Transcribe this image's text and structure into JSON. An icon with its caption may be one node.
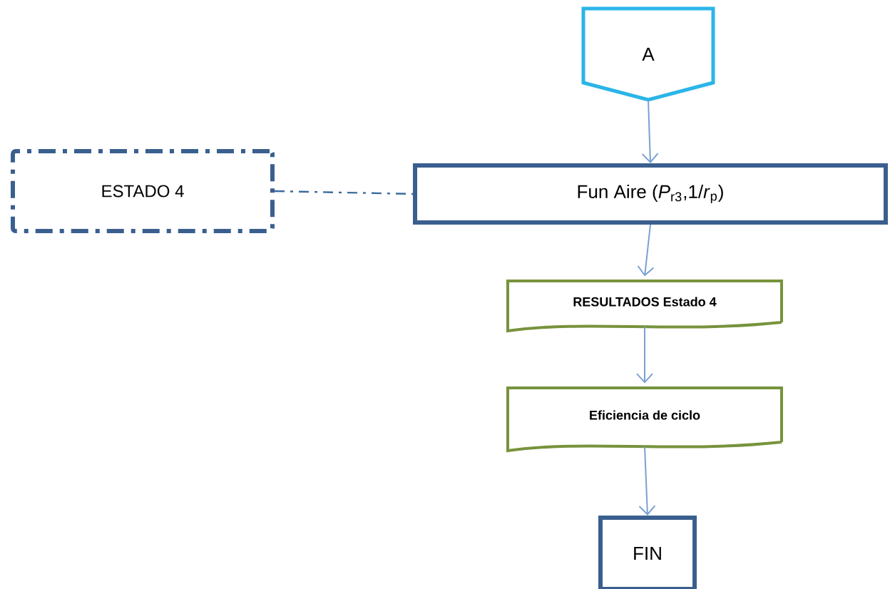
{
  "diagram": {
    "nodes": [
      {
        "text": [
          "A"
        ]
      },
      {
        "text": [
          "ESTADO 4"
        ]
      },
      {
        "text": [
          "Fun Aire (*P*$_{r3}$,1/*r*$_{p}$)"
        ]
      },
      {
        "text": [
          "RESULTADOS  Estado 4"
        ]
      },
      {
        "text": [
          "Eficiencia de ciclo"
        ]
      },
      {
        "text": [
          "FIN"
        ]
      }
    ],
    "edges": [
      {
        "from": 0,
        "to": 2,
        "arrow": "to"
      },
      {
        "from": 1,
        "to": 2,
        "arrow": "none",
        "style": "dashed",
        "color": "#3d6a9e"
      },
      {
        "from": 2,
        "to": 3,
        "arrow": "to"
      },
      {
        "from": 3,
        "to": 4,
        "arrow": "to"
      },
      {
        "from": 4,
        "to": 5,
        "arrow": "to"
      }
    ]
  }
}
